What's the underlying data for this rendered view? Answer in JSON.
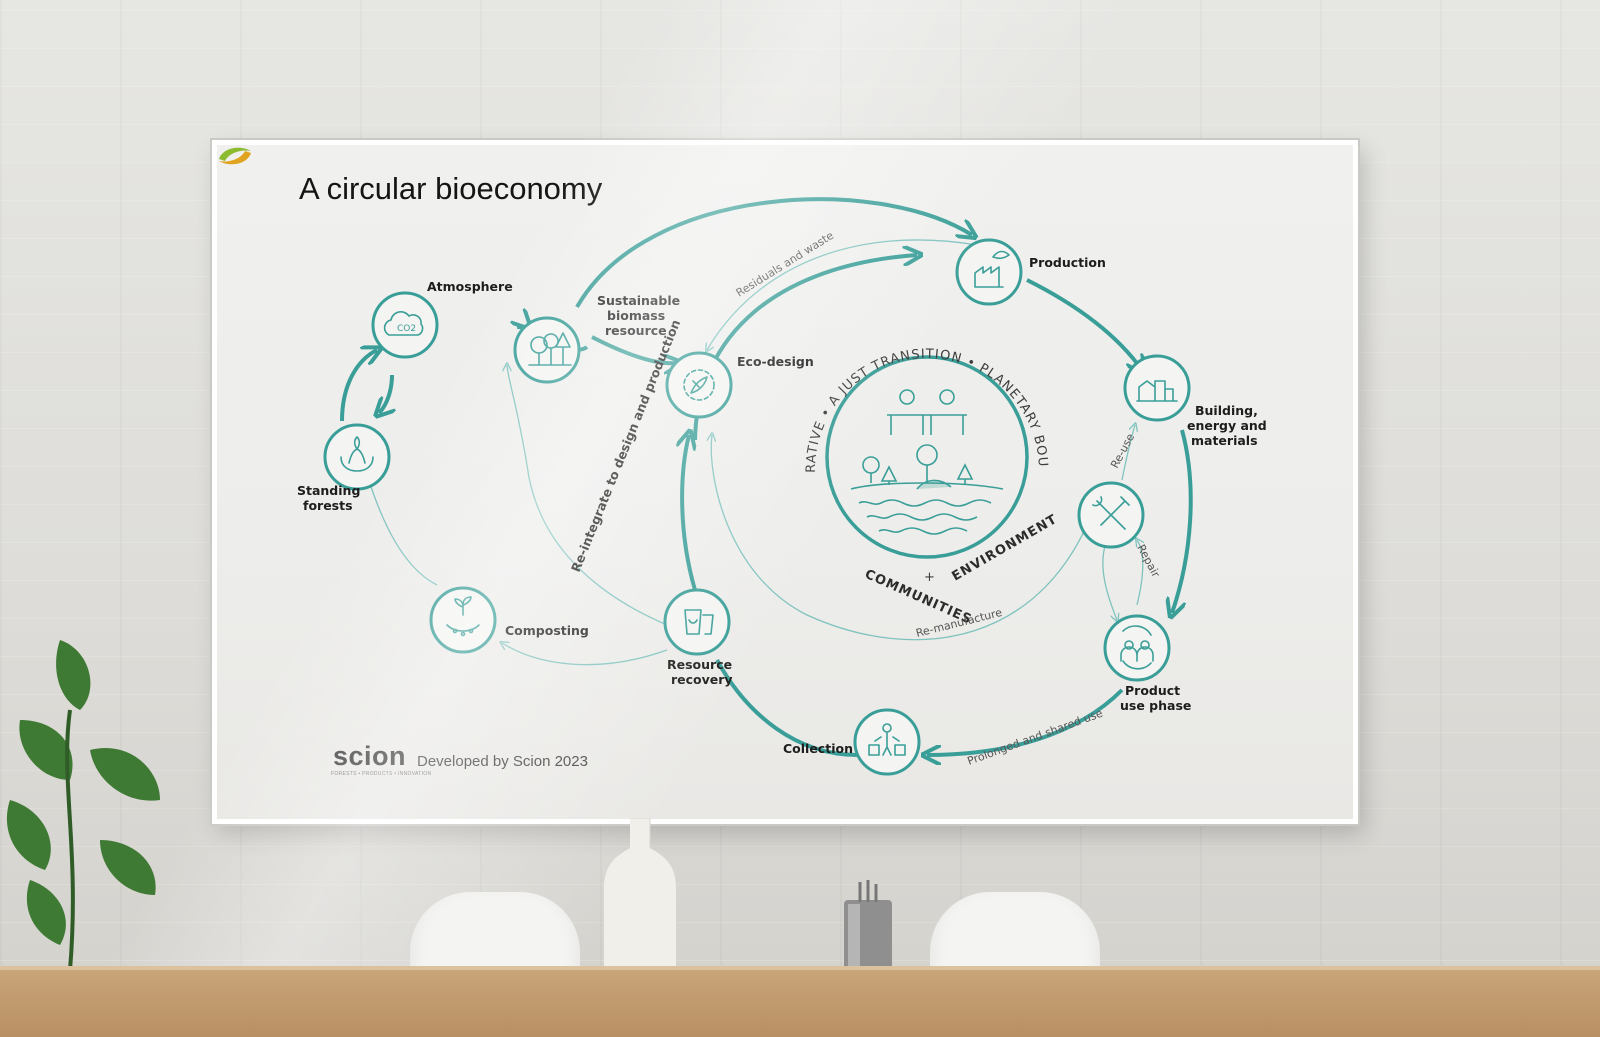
{
  "title": "A circular bioeconomy",
  "credit": "Developed by Scion 2023",
  "logo": {
    "name": "scion",
    "tagline": "FORESTS • PRODUCTS • INNOVATION",
    "icon": "scion-leaf-logo"
  },
  "accent_color": "#3a9e98",
  "nodes": {
    "atmosphere": "Atmosphere",
    "sustainable_biomass": [
      "Sustainable",
      "biomass",
      "resource"
    ],
    "eco_design": "Eco-design",
    "production": "Production",
    "building": [
      "Building,",
      "energy and",
      "materials"
    ],
    "standing_forests": [
      "Standing",
      "forests"
    ],
    "composting": "Composting",
    "resource_recovery": [
      "Resource",
      "recovery"
    ],
    "product_use": [
      "Product",
      "use phase"
    ],
    "collection": "Collection"
  },
  "flows": {
    "residuals": "Residuals and waste",
    "reintegrate": "Re-integrate to design and production",
    "reuse": "Re-use",
    "repair": "Repair",
    "remanufacture": "Re-manufacture",
    "prolonged": "Prolonged and shared use"
  },
  "core": {
    "arc_top": "REGENERATIVE  •  A JUST TRANSITION  •  PLANETARY BOUNDARIES",
    "communities": "COMMUNITIES",
    "plus": "+",
    "environment": "ENVIRONMENT"
  },
  "icons": [
    "co2-cloud-icon",
    "trees-icon",
    "gear-leaf-icon",
    "factory-icon",
    "buildings-icon",
    "hands-plant-icon",
    "compost-icon",
    "recycle-bin-icon",
    "tools-icon",
    "people-cycle-icon",
    "person-bins-icon"
  ]
}
